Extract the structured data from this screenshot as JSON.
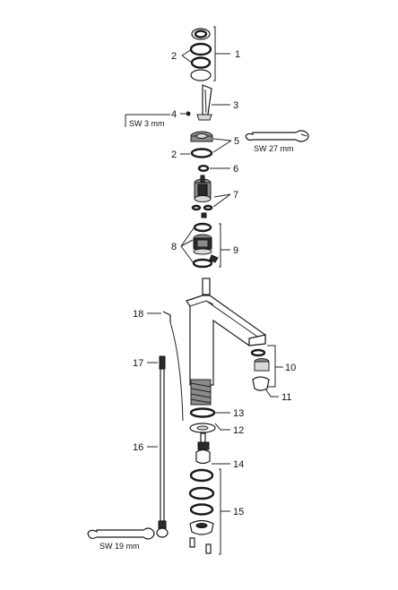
{
  "part_numbers": [
    "1",
    "2",
    "3",
    "4",
    "5",
    "2",
    "6",
    "7",
    "8",
    "9",
    "10",
    "11",
    "12",
    "13",
    "14",
    "15",
    "16",
    "17",
    "18"
  ],
  "tool_labels": {
    "hex_key": "SW 3 mm",
    "wrench_upper": "SW 27 mm",
    "wrench_lower": "SW 19 mm"
  }
}
